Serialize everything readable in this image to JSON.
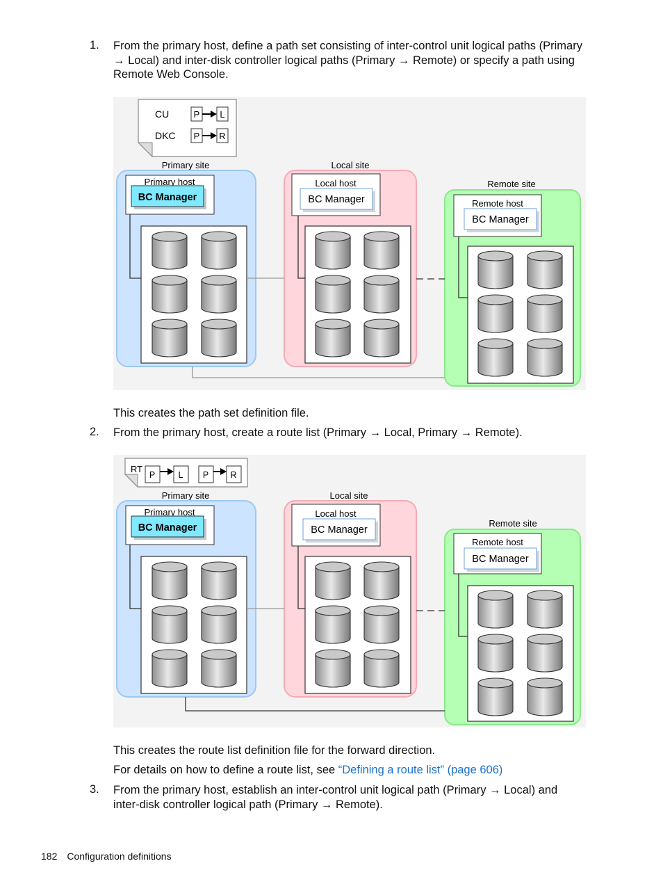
{
  "steps": [
    {
      "number": "1.",
      "line1": "From the primary host, define a path set consisting of inter-control unit logical paths (Primary",
      "line2": "→ Local) and inter-disk controller logical paths (Primary → Remote) or specify a path using",
      "line3": "Remote Web Console.",
      "note": "This creates the path set definition file."
    },
    {
      "number": "2.",
      "line1": "From the primary host, create a route list (Primary → Local, Primary → Remote).",
      "note": "This creates the route list definition file for the forward direction.",
      "detail_prefix": "For details on how to define a route list, see ",
      "detail_link": "“Defining a route list” (page 606)"
    },
    {
      "number": "3.",
      "line1": "From the primary host, establish an inter-control unit logical path (Primary → Local) and",
      "line2": "inter-disk controller logical path (Primary → Remote)."
    }
  ],
  "figure1": {
    "legend": {
      "row1_label": "CU",
      "row1_from": "P",
      "row1_to": "L",
      "row2_label": "DKC",
      "row2_from": "P",
      "row2_to": "R"
    },
    "primary_site": "Primary site",
    "primary_host": "Primary host",
    "local_site": "Local site",
    "local_host": "Local host",
    "remote_site": "Remote site",
    "remote_host": "Remote host",
    "software": "BC Manager"
  },
  "figure2": {
    "legend": {
      "label": "RT",
      "a_from": "P",
      "a_to": "L",
      "b_from": "P",
      "b_to": "R"
    },
    "primary_site": "Primary site",
    "primary_host": "Primary host",
    "local_site": "Local site",
    "local_host": "Local host",
    "remote_site": "Remote site",
    "remote_host": "Remote host",
    "software": "BC Manager"
  },
  "footer": {
    "page_number": "182",
    "section": "Configuration definitions"
  },
  "colors": {
    "primary_fill": "#cce4ff",
    "local_fill": "#ffd6dc",
    "remote_fill": "#b4ffb4",
    "bc_highlight": "#7fe9ff",
    "link": "#1a73c7"
  }
}
